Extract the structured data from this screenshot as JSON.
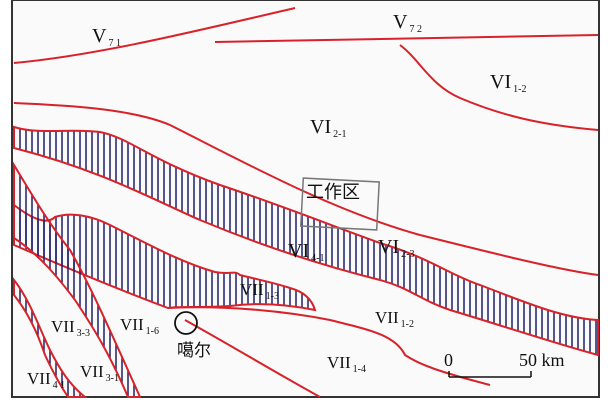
{
  "colors": {
    "boundary": "#d8222a",
    "hatch": "#1d1f6b",
    "frame": "#333333",
    "work_area_box": "#777777"
  },
  "labels": {
    "v71": {
      "main": "V",
      "sub": "7 1"
    },
    "v72": {
      "main": "V",
      "sub": "7 2"
    },
    "vi12": {
      "main": "VI",
      "sub": "1-2"
    },
    "vi21": {
      "main": "VI",
      "sub": "2-1"
    },
    "vi23": {
      "main": "VI",
      "sub": "2-3"
    },
    "vi41": {
      "main": "VI",
      "sub": "4-1"
    },
    "vii13": {
      "main": "VII",
      "sub": "1-3"
    },
    "vii12": {
      "main": "VII",
      "sub": "1-2"
    },
    "vii14": {
      "main": "VII",
      "sub": "1-4"
    },
    "vii16": {
      "main": "VII",
      "sub": "1-6"
    },
    "vii33": {
      "main": "VII",
      "sub": "3-3"
    },
    "vii31": {
      "main": "VII",
      "sub": "3-1"
    },
    "vii41": {
      "main": "VII",
      "sub": "4 1"
    }
  },
  "work_area": "工作区",
  "town": "噶尔",
  "scale": {
    "start": "0",
    "end": "50 km"
  }
}
